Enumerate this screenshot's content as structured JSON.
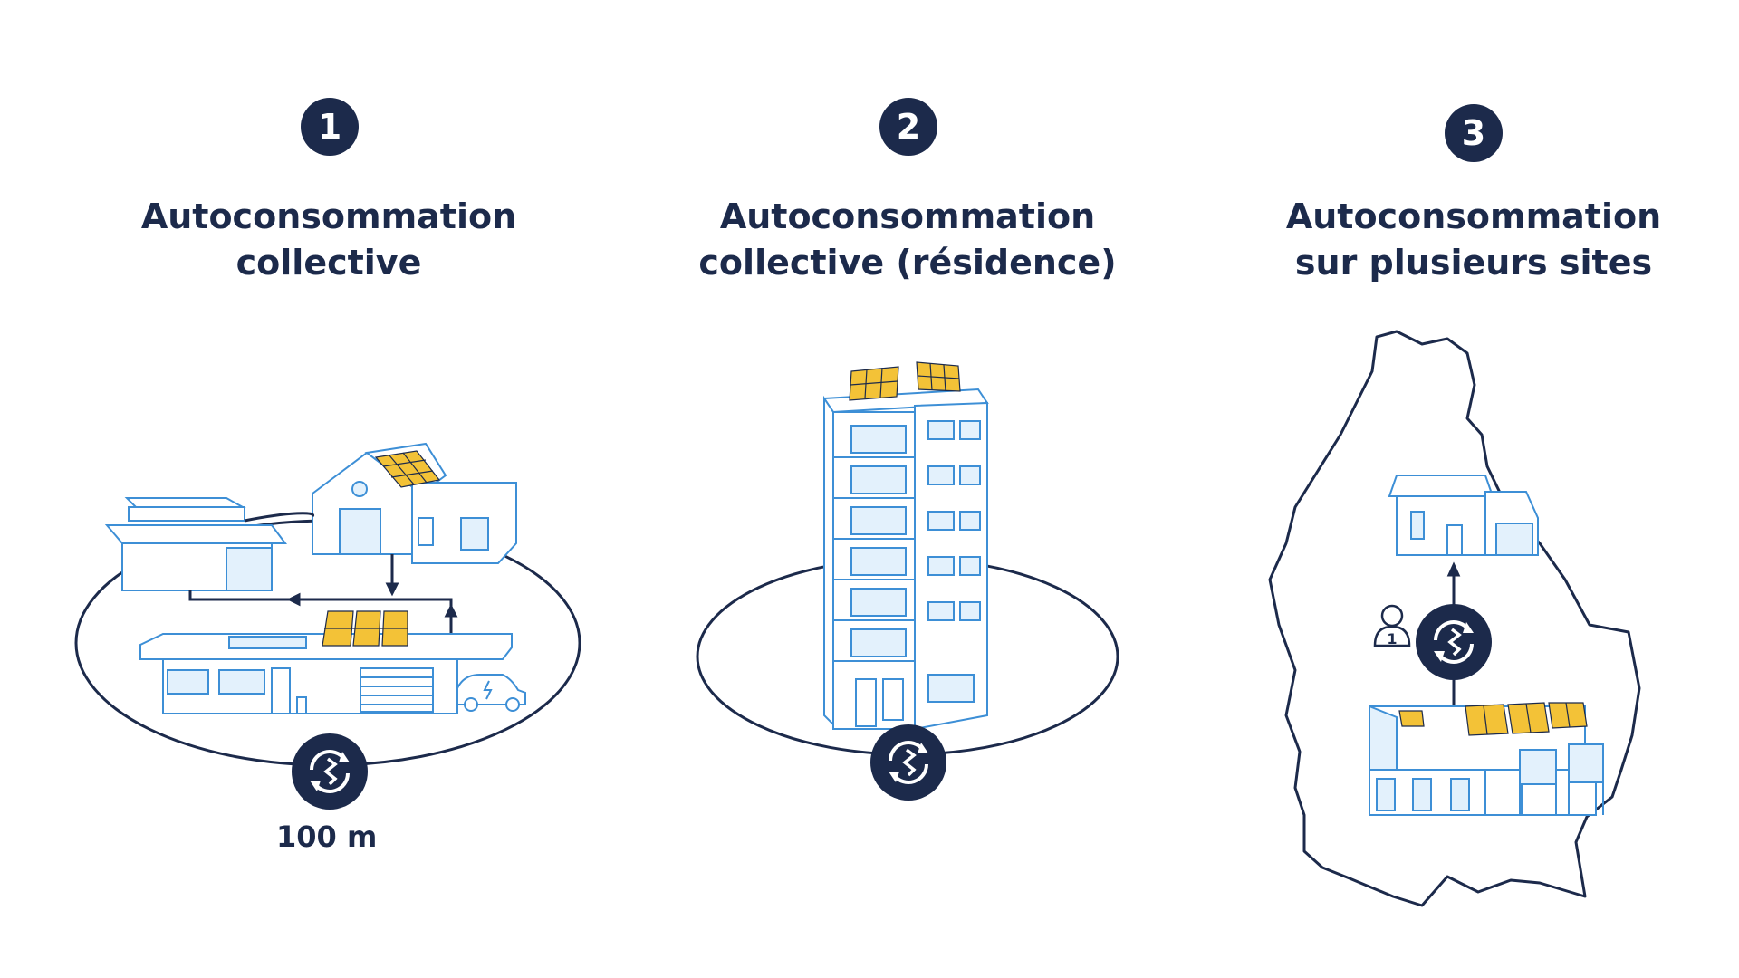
{
  "colors": {
    "navy": "#1c2a4b",
    "blue_line": "#3d8fd6",
    "blue_fill": "#e3f1fc",
    "solar": "#f3c237"
  },
  "panels": [
    {
      "number": "1",
      "title_line1": "Autoconsommation",
      "title_line2": "collective",
      "distance_label": "100 m",
      "icon": "energy-exchange-icon"
    },
    {
      "number": "2",
      "title_line1": "Autoconsommation",
      "title_line2": "collective (résidence)",
      "icon": "energy-exchange-icon"
    },
    {
      "number": "3",
      "title_line1": "Autoconsommation",
      "title_line2": "sur plusieurs sites",
      "person_badge": "1",
      "icon": "energy-exchange-icon"
    }
  ]
}
